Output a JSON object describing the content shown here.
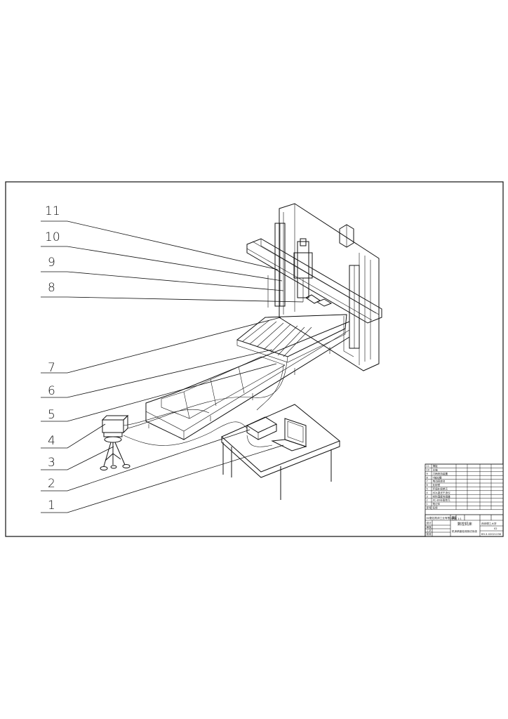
{
  "callouts": [
    "11",
    "10",
    "9",
    "8",
    "7",
    "6",
    "5",
    "4",
    "3",
    "2",
    "1"
  ],
  "title_block": {
    "parts_list": [
      {
        "no": "11",
        "name": "滑板"
      },
      {
        "no": "10",
        "name": "主轴"
      },
      {
        "no": "9",
        "name": "刀柄夹持装置"
      },
      {
        "no": "8",
        "name": "Y轴光栅"
      },
      {
        "no": "7",
        "name": "电动回转台"
      },
      {
        "no": "6",
        "name": "反射镜"
      },
      {
        "no": "5",
        "name": "环境补偿单元"
      },
      {
        "no": "4",
        "name": "XDL激光干涉仪"
      },
      {
        "no": "3",
        "name": "材料温度传感器"
      },
      {
        "no": "2",
        "name": "XC-80补偿单元"
      },
      {
        "no": "1",
        "name": "笔记本"
      }
    ],
    "header_no": "序号",
    "header_name": "名称",
    "company": "XX数控机床工业有限公司",
    "drawing_title": "数控机床",
    "subtitle": "机床精度检测测试系统",
    "school": "西安理工大学",
    "scale": "1:1",
    "sheet_no": "02",
    "drawing_number": "B9-3-02021236",
    "sign_rows": [
      "设计",
      "审核",
      "工艺",
      "批准"
    ],
    "col_labels": [
      "重量",
      "比例"
    ]
  }
}
